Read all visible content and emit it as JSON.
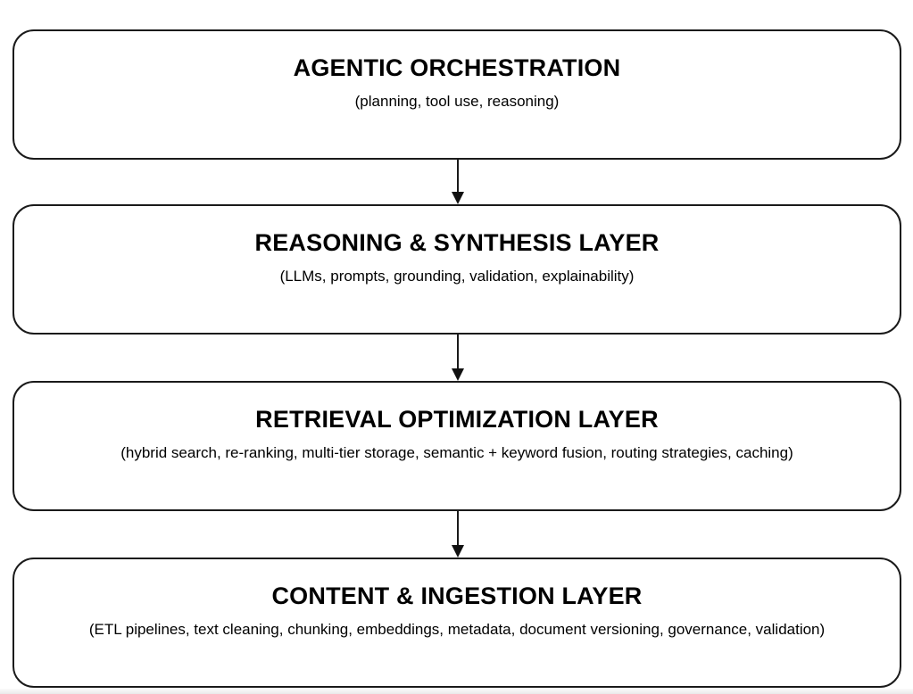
{
  "diagram": {
    "type": "layered-architecture-flowchart",
    "flow_direction": "top-to-bottom",
    "colors": {
      "background": "#ffffff",
      "box_fill": "#ffffff",
      "box_border": "#1a1a1a",
      "text": "#000000",
      "arrow": "#111111"
    },
    "layers": [
      {
        "id": "agentic-orchestration",
        "title": "AGENTIC ORCHESTRATION",
        "subtitle": "(planning, tool use, reasoning)"
      },
      {
        "id": "reasoning-synthesis",
        "title": "REASONING & SYNTHESIS LAYER",
        "subtitle": "(LLMs, prompts, grounding, validation, explainability)"
      },
      {
        "id": "retrieval-optimization",
        "title": "RETRIEVAL OPTIMIZATION LAYER",
        "subtitle": "(hybrid search, re-ranking, multi-tier storage, semantic + keyword fusion, routing strategies, caching)"
      },
      {
        "id": "content-ingestion",
        "title": "CONTENT & INGESTION LAYER",
        "subtitle": "(ETL pipelines, text cleaning, chunking, embeddings, metadata, document versioning, governance, validation)"
      }
    ],
    "connections": [
      {
        "from": "agentic-orchestration",
        "to": "reasoning-synthesis",
        "style": "arrow-down"
      },
      {
        "from": "reasoning-synthesis",
        "to": "retrieval-optimization",
        "style": "arrow-down"
      },
      {
        "from": "retrieval-optimization",
        "to": "content-ingestion",
        "style": "arrow-down"
      }
    ]
  }
}
